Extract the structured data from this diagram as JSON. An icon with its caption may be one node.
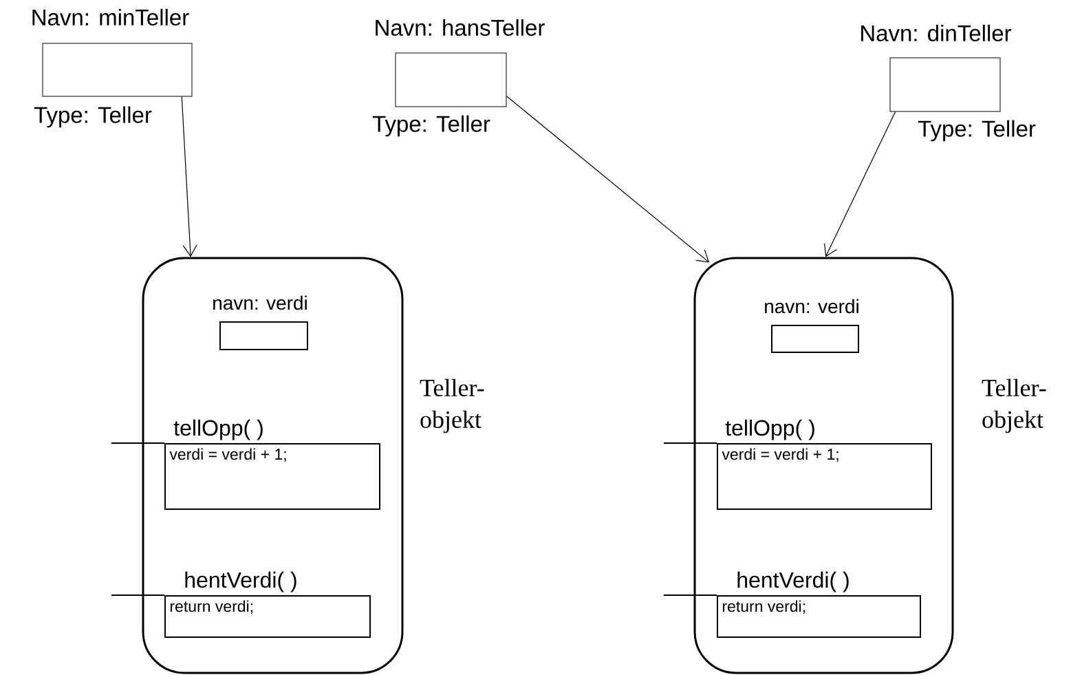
{
  "diagram": {
    "nodes": [
      {
        "text": [
          "Navn: minTeller",
          "Type: Teller"
        ]
      },
      {
        "text": [
          "Navn: hansTeller",
          "Type: Teller"
        ]
      },
      {
        "text": [
          "Navn: dinTeller",
          "Type: Teller"
        ]
      },
      {
        "text": [],
        "shape": "box",
        "beside": [
          "Teller- objekt"
        ]
      },
      {
        "text": [
          "navn: verdi"
        ],
        "in": 3
      },
      {
        "text": [
          "tellOpp( )",
          "verdi = verdi + 1;"
        ],
        "in": 3
      },
      {
        "text": [
          "hentVerdi( )",
          "return verdi;"
        ],
        "in": 3
      },
      {
        "text": [],
        "shape": "box",
        "beside": [
          "Teller- objekt"
        ]
      },
      {
        "text": [
          "navn: verdi"
        ],
        "in": 7
      },
      {
        "text": [
          "tellOpp( )",
          "verdi = verdi + 1;"
        ],
        "in": 7
      },
      {
        "text": [
          "hentVerdi( )",
          "return verdi;"
        ],
        "in": 7
      }
    ],
    "edges": [
      {
        "from": 0,
        "to": 3,
        "arrow": "to"
      },
      {
        "from": 1,
        "to": 7,
        "arrow": "to"
      },
      {
        "from": 2,
        "to": 7,
        "arrow": "to"
      },
      {
        "from": null,
        "to": 5,
        "arrow": "none"
      },
      {
        "from": null,
        "to": 6,
        "arrow": "none"
      },
      {
        "from": null,
        "to": 9,
        "arrow": "none"
      },
      {
        "from": null,
        "to": 10,
        "arrow": "none"
      }
    ]
  }
}
